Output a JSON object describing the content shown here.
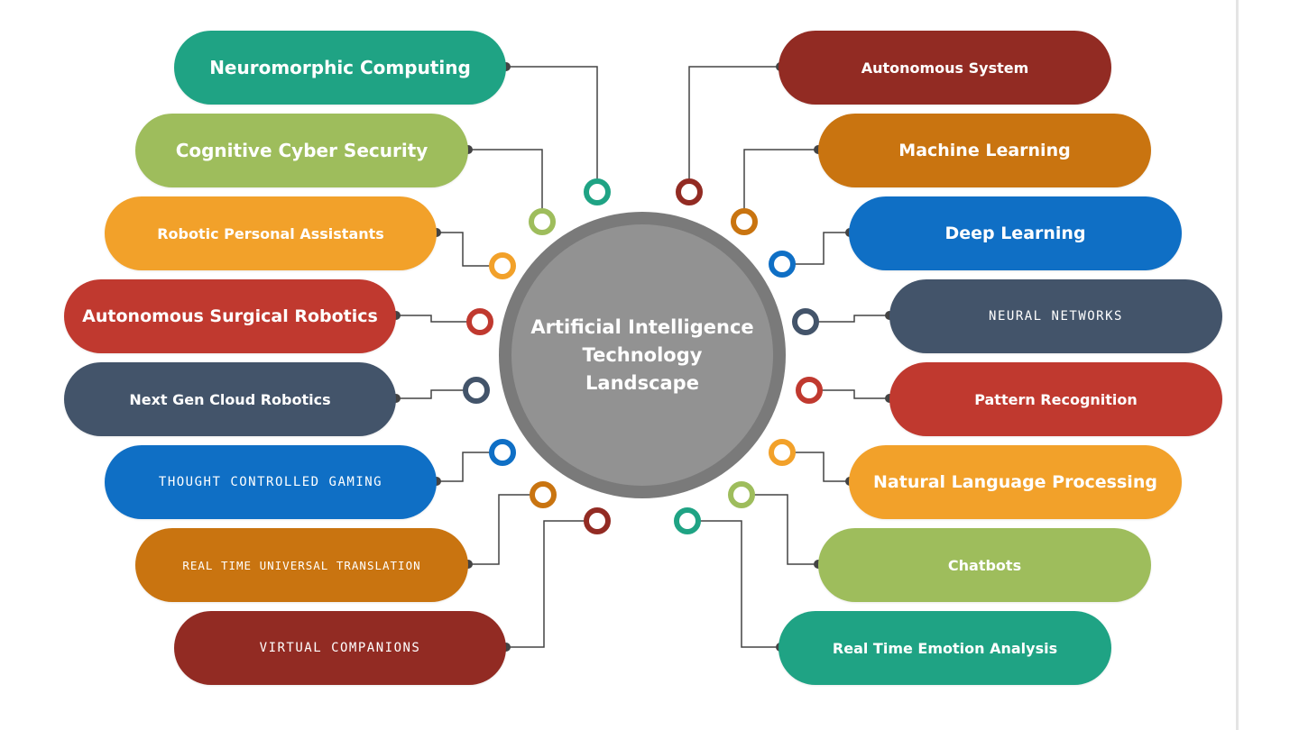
{
  "center": {
    "title": "Artificial Intelligence\nTechnology\nLandscape"
  },
  "items": [
    {
      "id": "neuromorphic-computing",
      "label": "Neuromorphic Computing",
      "color": "#1fa384",
      "side": "left"
    },
    {
      "id": "cognitive-cyber-security",
      "label": "Cognitive Cyber Security",
      "color": "#9ebd5c",
      "side": "left"
    },
    {
      "id": "robotic-personal-assistants",
      "label": "Robotic Personal Assistants",
      "color": "#f2a12a",
      "side": "left"
    },
    {
      "id": "autonomous-surgical-robotics",
      "label": "Autonomous Surgical Robotics",
      "color": "#c0392f",
      "side": "left"
    },
    {
      "id": "next-gen-cloud-robotics",
      "label": "Next Gen Cloud Robotics",
      "color": "#43546a",
      "side": "left"
    },
    {
      "id": "thought-controlled-gaming",
      "label": "Thought Controlled Gaming",
      "color": "#0f6fc5",
      "side": "left"
    },
    {
      "id": "real-time-universal-translation",
      "label": "Real Time Universal Translation",
      "color": "#c97410",
      "side": "left"
    },
    {
      "id": "virtual-companions",
      "label": "Virtual Companions",
      "color": "#922b23",
      "side": "left"
    },
    {
      "id": "autonomous-system",
      "label": "Autonomous System",
      "color": "#922b23",
      "side": "right"
    },
    {
      "id": "machine-learning",
      "label": "Machine Learning",
      "color": "#c97410",
      "side": "right"
    },
    {
      "id": "deep-learning",
      "label": "Deep Learning",
      "color": "#0f6fc5",
      "side": "right"
    },
    {
      "id": "neural-networks",
      "label": "Neural Networks",
      "color": "#43546a",
      "side": "right"
    },
    {
      "id": "pattern-recognition",
      "label": "Pattern Recognition",
      "color": "#c0392f",
      "side": "right"
    },
    {
      "id": "natural-language-processing",
      "label": "Natural Language Processing",
      "color": "#f2a12a",
      "side": "right"
    },
    {
      "id": "chatbots",
      "label": "Chatbots",
      "color": "#9ebd5c",
      "side": "right"
    },
    {
      "id": "real-time-emotion-analysis",
      "label": "Real Time Emotion Analysis",
      "color": "#1fa384",
      "side": "right"
    }
  ],
  "colors": {
    "connector": "#444444",
    "hub_ring": "#7a7a7a",
    "hub_fill": "#929292"
  }
}
